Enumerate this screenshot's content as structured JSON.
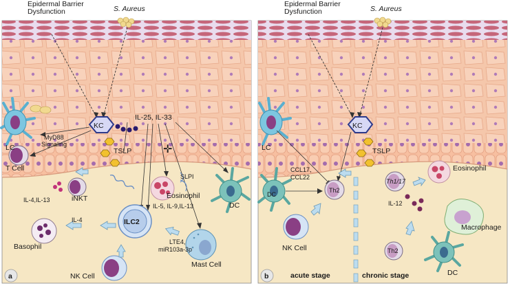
{
  "panel_a": {
    "panel_label": "a",
    "barrier_label": [
      "Epidermal  Barrier",
      "Dysfunction"
    ],
    "pathogen_label": "S. Aureus",
    "kc_label": "KC",
    "tslp_label": "TSLP",
    "lc_label": "LC",
    "tcell_label": "T Cell",
    "myd88_label": [
      "MyD88",
      "Signaling"
    ],
    "il25_label": "IL-25, IL-33",
    "inkt_label": "iNKT",
    "il4_13_label": "IL-4,IL-13",
    "ilc2_label": "ILC2",
    "eosinophil_label": "Eosinophil",
    "slpi_label": "SLPI",
    "il5_label": "IL-5, IL-9,IL-13",
    "dc_label": "DC",
    "il4_label": "IL-4",
    "basophil_label": "Basophil",
    "lte4_label": [
      "LTE4,",
      "miR103a-3p"
    ],
    "mastcell_label": "Mast Cell",
    "nkcell_label": "NK Cell"
  },
  "panel_b": {
    "panel_label": "b",
    "barrier_label": [
      "Epidermal  Barrier",
      "Dysfunction"
    ],
    "pathogen_label": "S. Aureus",
    "kc_label": "KC",
    "tslp_label": "TSLP",
    "lc_label": "LC",
    "ccl_label": [
      "CCL17,",
      "CCL22"
    ],
    "th2_label": "Th2",
    "dc_label": "DC",
    "nkcell_label": "NK Cell",
    "eosinophil_label": "Eosinophil",
    "th1_17_label": "Th1/17",
    "il12_label": "IL-12",
    "macrophage_label": "Macrophage",
    "th2_b_label": "Th2",
    "dc2_label": "DC",
    "acute_label": "acute stage",
    "chronic_label": "chronic stage"
  }
}
